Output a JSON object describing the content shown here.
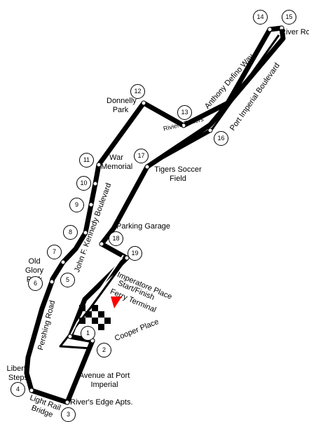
{
  "colors": {
    "track": "#000000",
    "start_marker": "#ff0000",
    "background": "#ffffff"
  },
  "labels": {
    "river_road": "River Road",
    "anthony_defino_way": "Anthony Defino Way",
    "port_imperial_boulevard": "Port Imperial Boulevard",
    "riviera_towers": "Riviera Towers",
    "donnelly_park": "Donnelly Park",
    "war_memorial": "War Memorial",
    "tigers_soccer_field": "Tigers Soccer Field",
    "jfk_boulevard": "John F. Kennedy Boulevard",
    "parking_garage": "Parking Garage",
    "old_glory_park": "Old Glory Park",
    "imperatore_place": "Imperatore Place",
    "start_finish": "Start/Finish",
    "ferry_terminal": "Ferry Terminal",
    "pershing_road": "Pershing Road",
    "cooper_place": "Cooper Place",
    "liberty_steps": "Liberty Steps",
    "avenue_port_imperial": "Avenue at Port Imperial",
    "light_rail_bridge": "Light Rail Bridge",
    "rivers_edge_apts": "River's Edge Apts."
  },
  "turns": [
    "1",
    "2",
    "3",
    "4",
    "5",
    "6",
    "7",
    "8",
    "9",
    "10",
    "11",
    "12",
    "13",
    "14",
    "15",
    "16",
    "17",
    "18",
    "19"
  ]
}
